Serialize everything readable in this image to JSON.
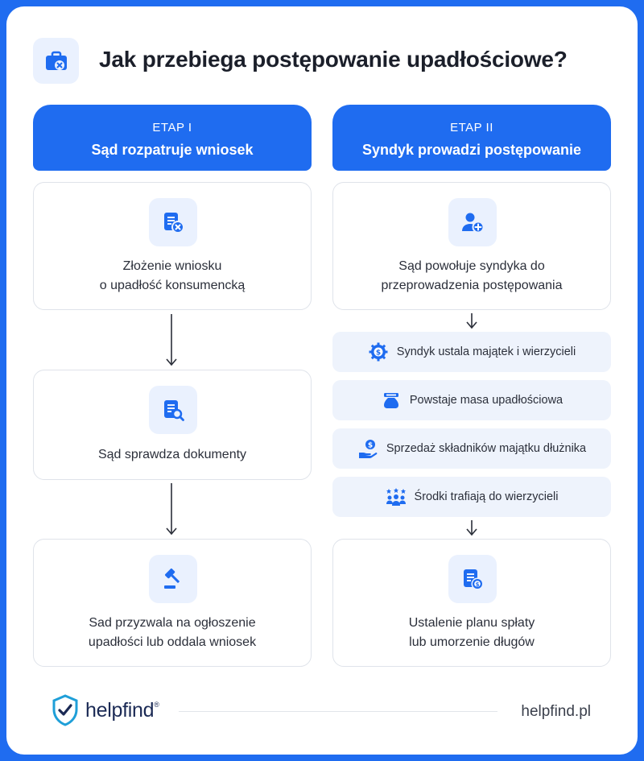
{
  "title": "Jak przebiega postępowanie upadłościowe?",
  "colors": {
    "accent": "#1f6cf0",
    "icon_bg": "#eaf1fe",
    "text": "#2b2f3a"
  },
  "header_icon": "briefcase-x-icon",
  "stage1": {
    "label": "ETAP I",
    "name": "Sąd rozpatruje wniosek",
    "steps": [
      {
        "text": "Złożenie wniosku\no upadłość konsumencką",
        "icon": "document-x-icon"
      },
      {
        "text": "Sąd sprawdza dokumenty",
        "icon": "document-search-icon"
      },
      {
        "text": "Sad przyzwala na ogłoszenie\nupadłości lub oddala wniosek",
        "icon": "gavel-icon"
      }
    ]
  },
  "stage2": {
    "label": "ETAP II",
    "name": "Syndyk prowadzi postępowanie",
    "first": {
      "text": "Sąd powołuje syndyka do\nprzeprowadzenia postępowania",
      "icon": "user-add-icon"
    },
    "substeps": [
      {
        "text": "Syndyk ustala majątek i wierzycieli",
        "icon": "dollar-gear-icon"
      },
      {
        "text": "Powstaje masa upadłościowa",
        "icon": "money-bag-icon"
      },
      {
        "text": "Sprzedaż składników majątku dłużnika",
        "icon": "hand-coin-icon"
      },
      {
        "text": "Środki trafiają do wierzycieli",
        "icon": "group-icon"
      }
    ],
    "last": {
      "text": "Ustalenie planu spłaty\nlub umorzenie długów",
      "icon": "document-gear-icon"
    }
  },
  "footer": {
    "brand": "helpfind",
    "brand_mark": "®",
    "site": "helpfind.pl"
  }
}
